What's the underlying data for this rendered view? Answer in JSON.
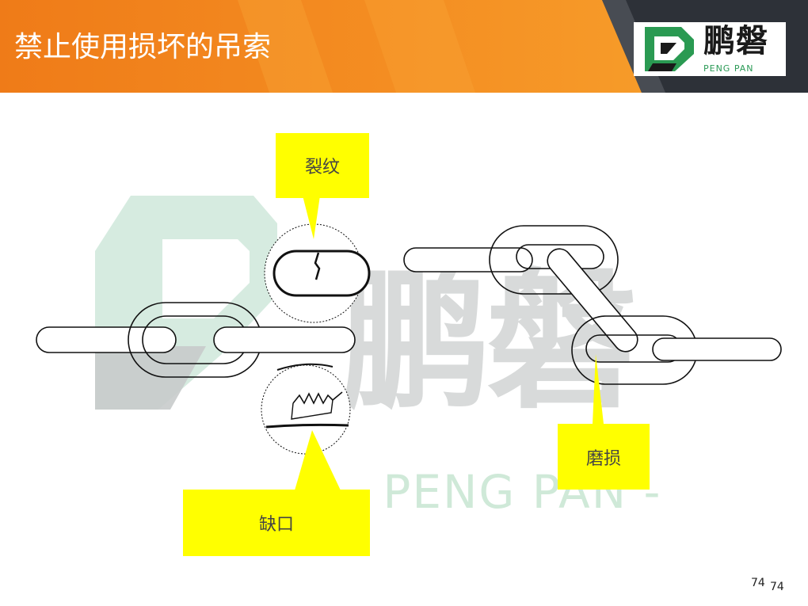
{
  "header": {
    "title": "禁止使用损坏的吊索",
    "colors": {
      "orange_start": "#f07d1a",
      "orange_end": "#f7a12d",
      "dark": "#2d3138"
    }
  },
  "logo": {
    "name": "鹏磐",
    "subtitle": "PENG PAN",
    "icon": "pengpan-logo-icon"
  },
  "watermark": {
    "text": "鹏磐",
    "subtitle": "- PENG PAN -"
  },
  "callouts": {
    "crack": "裂纹",
    "notch": "缺口",
    "wear": "磨损"
  },
  "page_numbers": [
    "74",
    "74"
  ]
}
